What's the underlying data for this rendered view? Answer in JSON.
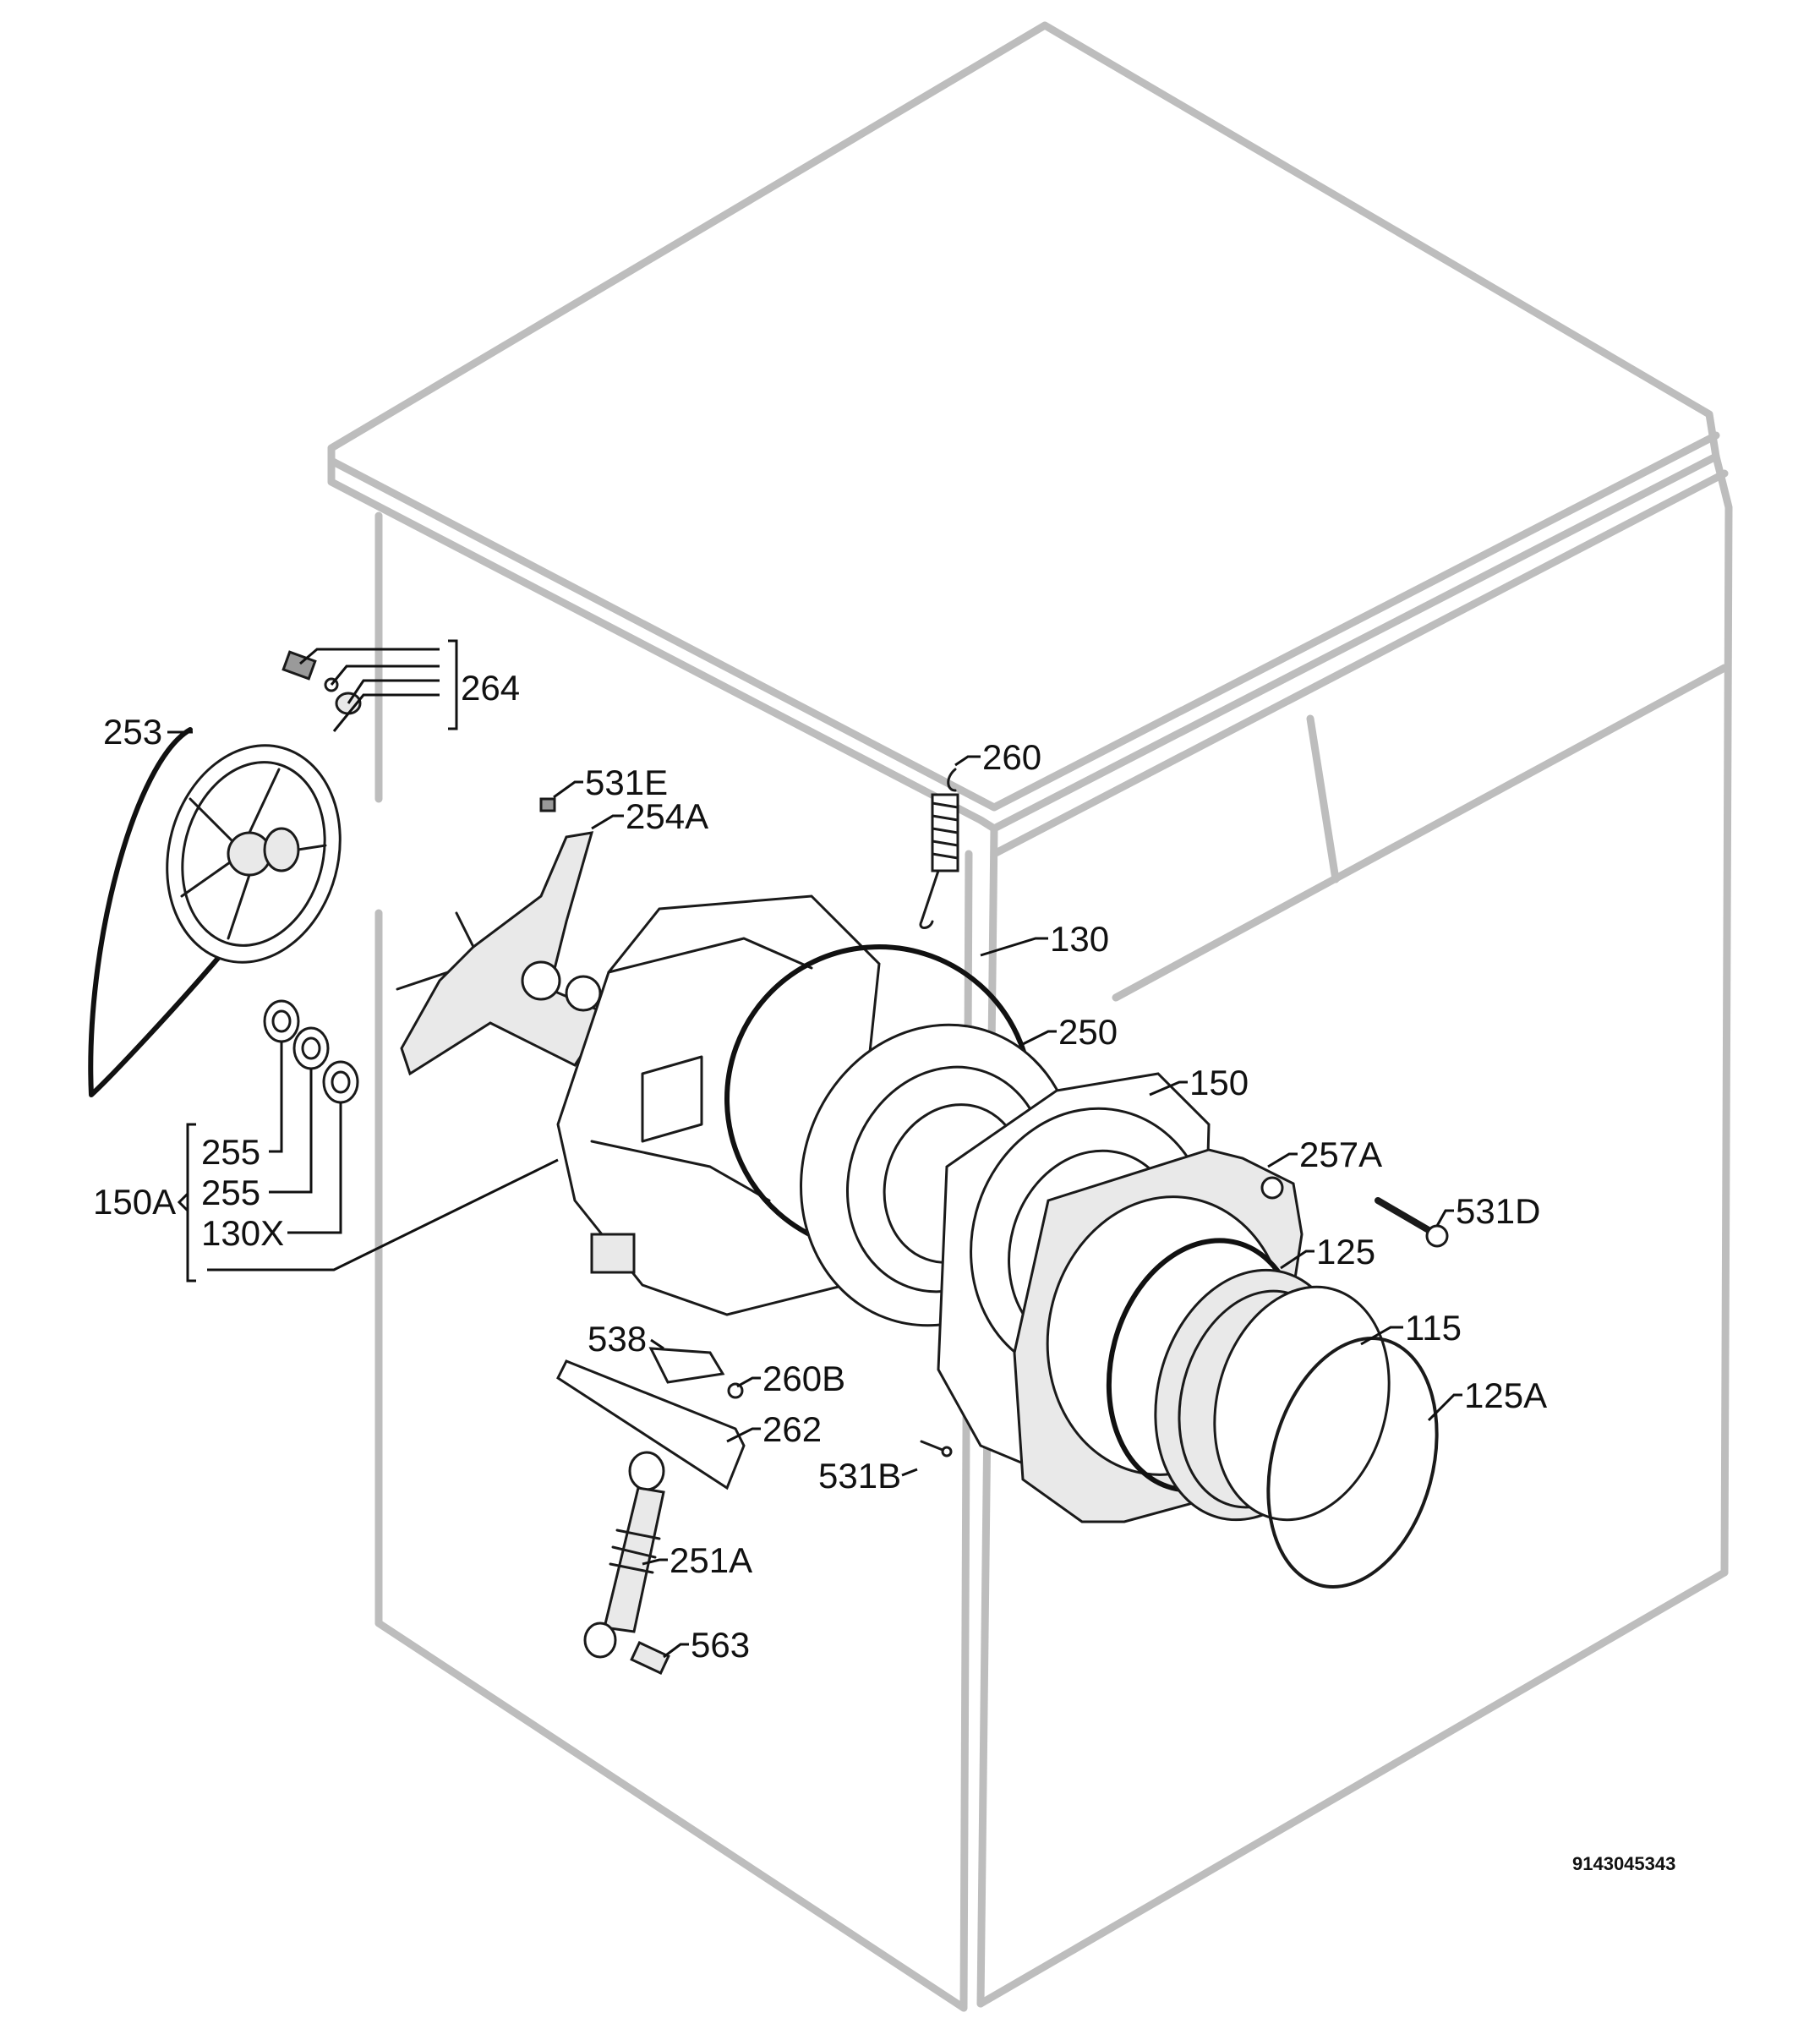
{
  "diagram": {
    "doc_number": "9143045343",
    "parts": [
      {
        "id": "p264",
        "label": "264"
      },
      {
        "id": "p253",
        "label": "253"
      },
      {
        "id": "p531E",
        "label": "531E"
      },
      {
        "id": "p254A",
        "label": "254A"
      },
      {
        "id": "p260",
        "label": "260"
      },
      {
        "id": "p130",
        "label": "130"
      },
      {
        "id": "p250",
        "label": "250"
      },
      {
        "id": "p150",
        "label": "150"
      },
      {
        "id": "p257A",
        "label": "257A"
      },
      {
        "id": "p531D",
        "label": "531D"
      },
      {
        "id": "p125",
        "label": "125"
      },
      {
        "id": "p115",
        "label": "115"
      },
      {
        "id": "p125A",
        "label": "125A"
      },
      {
        "id": "p255a",
        "label": "255"
      },
      {
        "id": "p255b",
        "label": "255"
      },
      {
        "id": "p150A",
        "label": "150A"
      },
      {
        "id": "p130X",
        "label": "130X"
      },
      {
        "id": "p538",
        "label": "538"
      },
      {
        "id": "p260B",
        "label": "260B"
      },
      {
        "id": "p262",
        "label": "262"
      },
      {
        "id": "p531B",
        "label": "531B"
      },
      {
        "id": "p251A",
        "label": "251A"
      },
      {
        "id": "p563",
        "label": "563"
      }
    ]
  }
}
